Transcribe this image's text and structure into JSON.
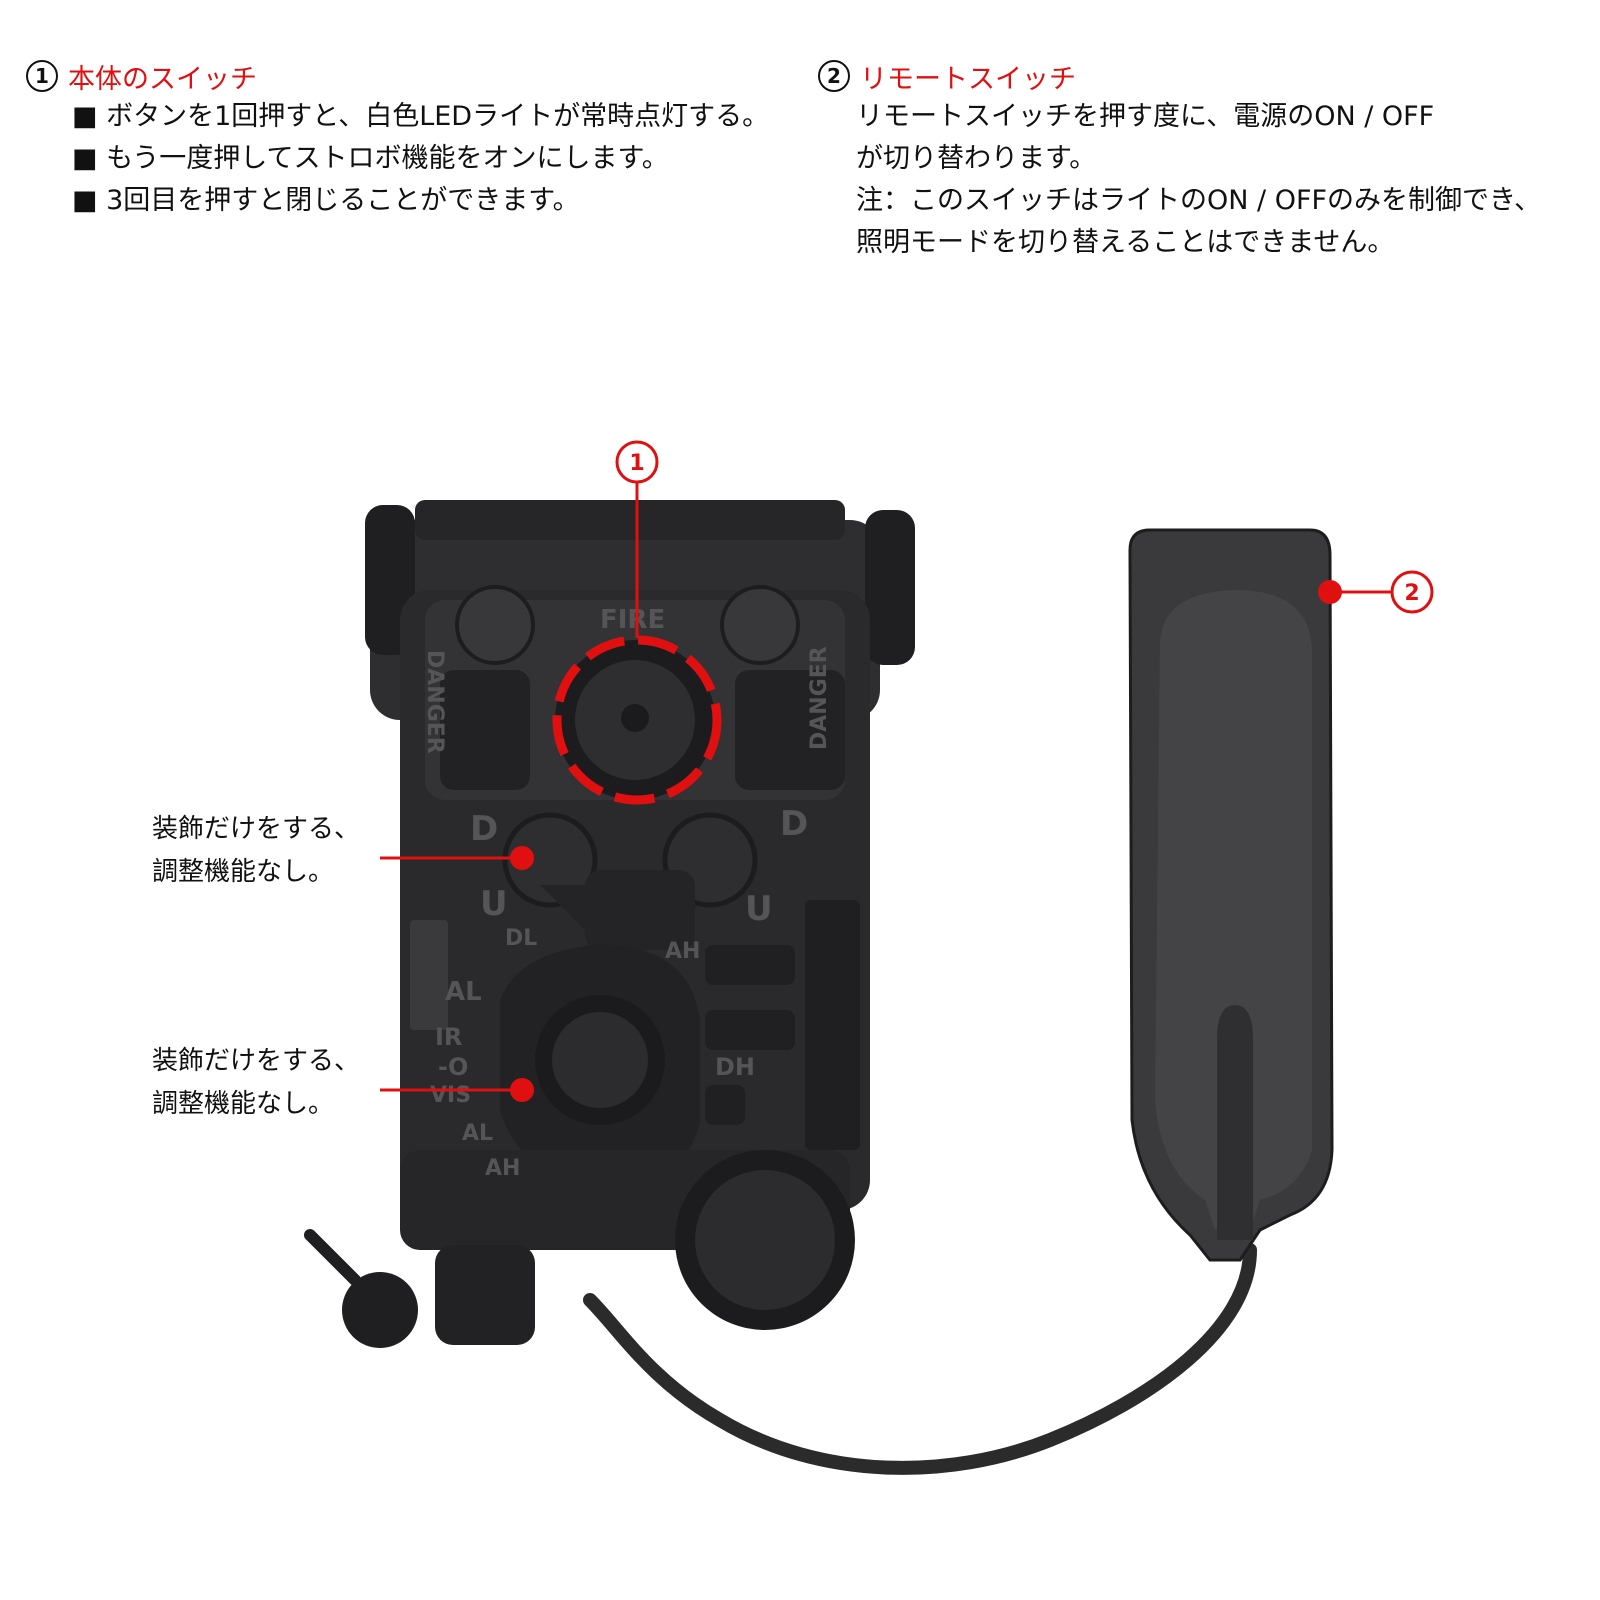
{
  "section1": {
    "number": "1",
    "title": "本体のスイッチ",
    "lines": [
      "■ ボタンを1回押すと、白色LEDライトが常時点灯する。",
      "■ もう一度押してストロボ機能をオンにします。",
      "■ 3回目を押すと閉じることができます。"
    ]
  },
  "section2": {
    "number": "2",
    "title": "リモートスイッチ",
    "lines": [
      "リモートスイッチを押す度に、電源のON / OFF",
      "が切り替わります。",
      "注：このスイッチはライトのON / OFFのみを制御でき、",
      "照明モードを切り替えることはできません。"
    ]
  },
  "callouts": [
    {
      "line1": "装飾だけをする、",
      "line2": "調整機能なし。"
    },
    {
      "line1": "装飾だけをする、",
      "line2": "調整機能なし。"
    }
  ],
  "markers": {
    "device": "1",
    "remote": "2"
  },
  "device_labels": {
    "fire": "FIRE",
    "danger": "DANGER",
    "d": "D",
    "u": "U",
    "dl": "DL",
    "ah": "AH",
    "al": "AL",
    "ir": "IR",
    "off": "-O",
    "vis": "VIS",
    "dh": "DH"
  },
  "colors": {
    "accent": "#e01010",
    "device": "#2a2a2c",
    "text": "#111111"
  }
}
